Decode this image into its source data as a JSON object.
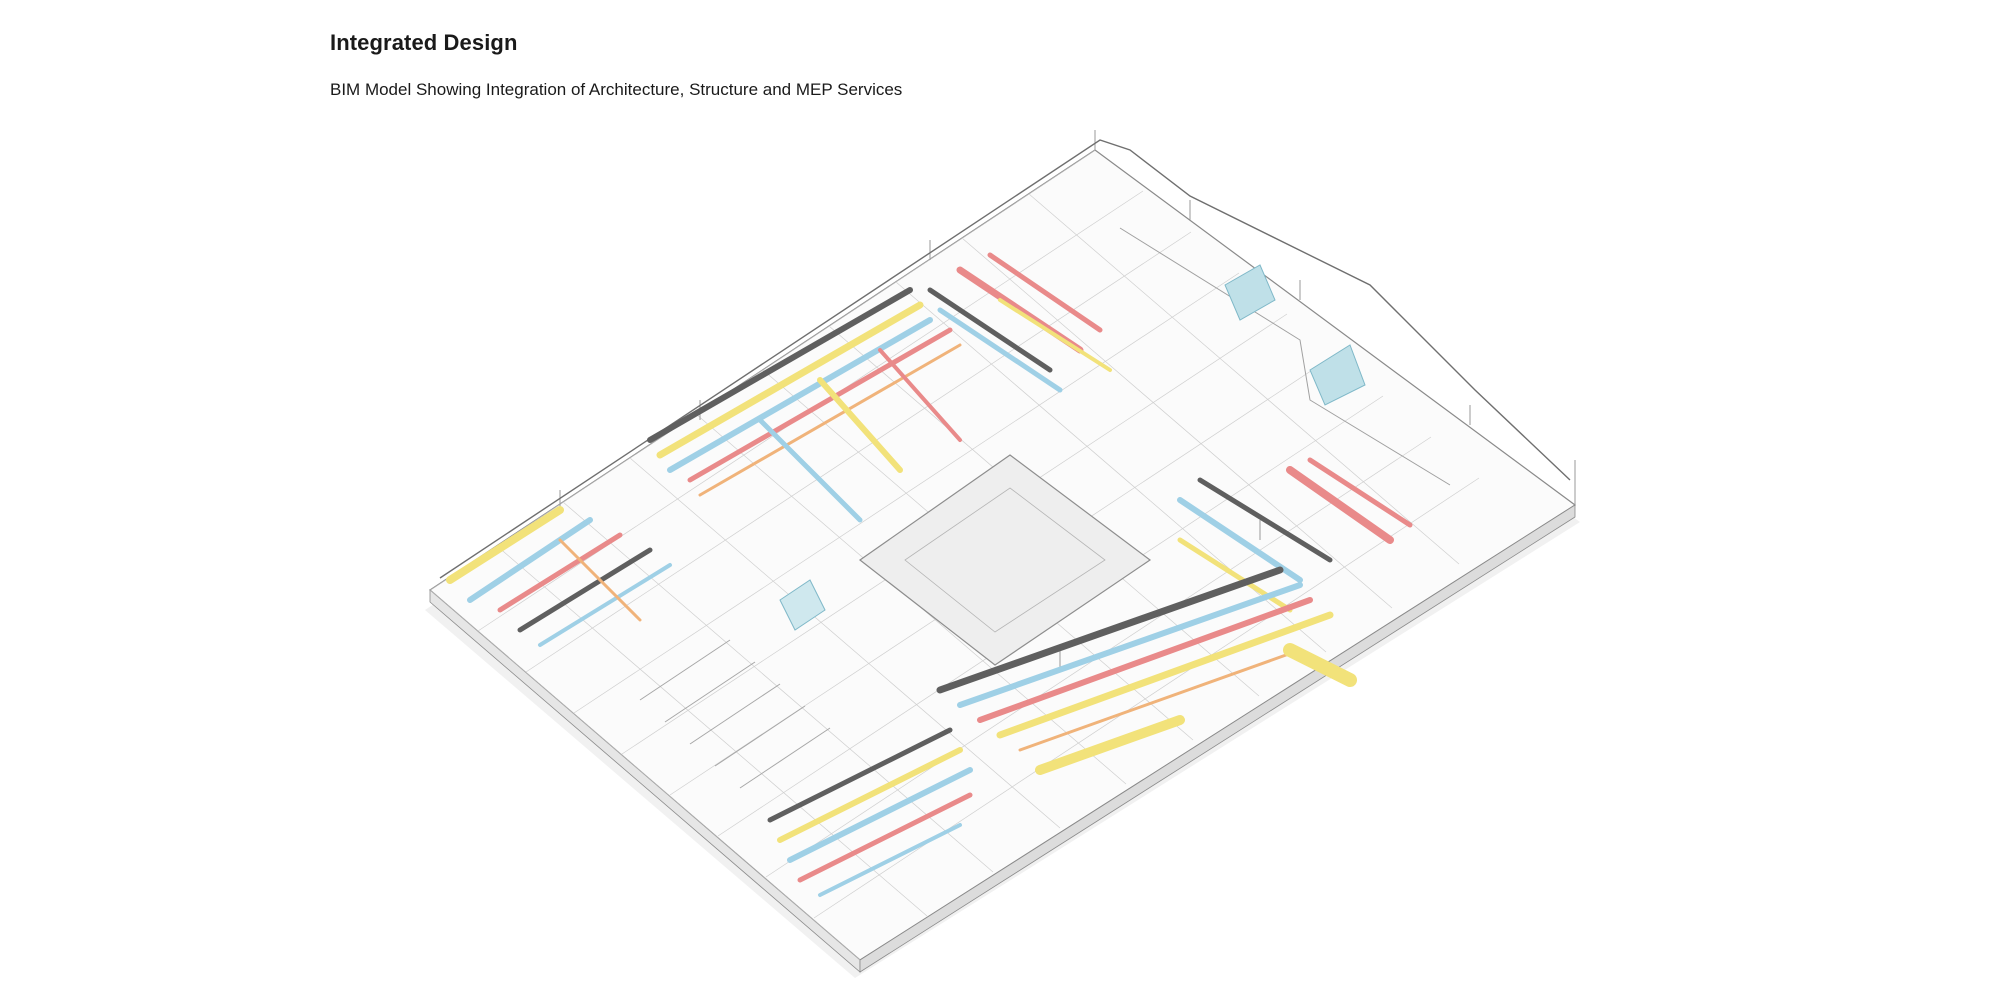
{
  "header": {
    "title": "Integrated Design",
    "subtitle": "BIM Model Showing Integration of Architecture, Structure and MEP Services"
  },
  "diagram": {
    "kind": "isometric BIM model",
    "colors": {
      "outline": "#8a8a8a",
      "grid": "#c9c9c9",
      "structure": "#5f5f5f",
      "ductwork_supply": "#9fd0e6",
      "ductwork_return": "#e98a8a",
      "cable_tray": "#f2e27a",
      "pipework": "#f0b37a",
      "plant": "#7fb8c8"
    }
  }
}
